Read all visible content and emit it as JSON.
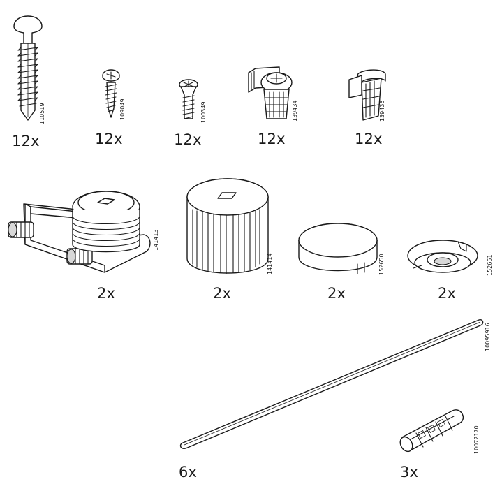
{
  "parts": [
    {
      "code": "110519",
      "quantity": "12x",
      "icon": "wall-plug-screw-icon"
    },
    {
      "code": "109049",
      "quantity": "12x",
      "icon": "wood-screw-icon"
    },
    {
      "code": "100349",
      "quantity": "12x",
      "icon": "chipboard-screw-icon"
    },
    {
      "code": "139434",
      "quantity": "12x",
      "icon": "shelf-clip-icon"
    },
    {
      "code": "139435",
      "quantity": "12x",
      "icon": "shelf-support-icon"
    },
    {
      "code": "141413",
      "quantity": "2x",
      "icon": "adjuster-bracket-icon"
    },
    {
      "code": "141414",
      "quantity": "2x",
      "icon": "adjuster-knob-icon"
    },
    {
      "code": "152650",
      "quantity": "2x",
      "icon": "cap-icon"
    },
    {
      "code": "152651",
      "quantity": "2x",
      "icon": "washer-icon"
    },
    {
      "code": "10095916",
      "quantity": "6x",
      "icon": "metal-rod-icon"
    },
    {
      "code": "10072170",
      "quantity": "3x",
      "icon": "dowel-icon"
    }
  ]
}
